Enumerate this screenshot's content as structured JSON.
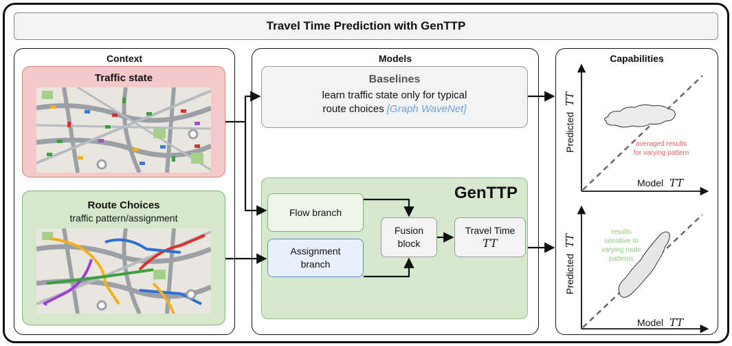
{
  "title": "Travel Time Prediction with GenTTP",
  "context": {
    "heading": "Context",
    "traffic_state": {
      "title": "Traffic state"
    },
    "route_choices": {
      "title": "Route Choices",
      "subtitle": "traffic pattern/assignment"
    }
  },
  "models": {
    "heading": "Models",
    "baselines": {
      "title": "Baselines",
      "line1": "learn traffic state only for typical",
      "line2": "route choices",
      "citation": "[Graph WaveNet]"
    },
    "gentpp": {
      "title": "GenTTP",
      "flow_branch": "Flow branch",
      "assignment_line1": "Assignment",
      "assignment_line2": "branch",
      "fusion_line1": "Fusion",
      "fusion_line2": "block",
      "output_line1": "Travel Time",
      "output_symbol": "TT"
    }
  },
  "capabilities": {
    "heading": "Capabilities",
    "top_plot": {
      "ylabel_text": "Predicted",
      "ylabel_symbol": "TT",
      "xlabel_text": "Model",
      "xlabel_symbol": "TT",
      "annotation_line1": "averaged results",
      "annotation_line2": "for varying pattern",
      "annotation_color": "#e06060"
    },
    "bottom_plot": {
      "ylabel_text": "Predicted",
      "ylabel_symbol": "TT",
      "xlabel_text": "Model",
      "xlabel_symbol": "TT",
      "annotation_line1": "results",
      "annotation_line2": "sensitive to",
      "annotation_line3": "varying route",
      "annotation_line4": "patterns",
      "annotation_color": "#8cc97a"
    }
  },
  "colors": {
    "traffic_bg": "#f3c9c9",
    "traffic_border": "#d97f7f",
    "route_bg": "#d6e8cc",
    "route_border": "#7ab36a",
    "gentpp_bg": "#d7e8d1",
    "assignment_bg": "#e8f1fb",
    "assignment_border": "#5b8dc8",
    "citation": "#6fa3e0"
  }
}
